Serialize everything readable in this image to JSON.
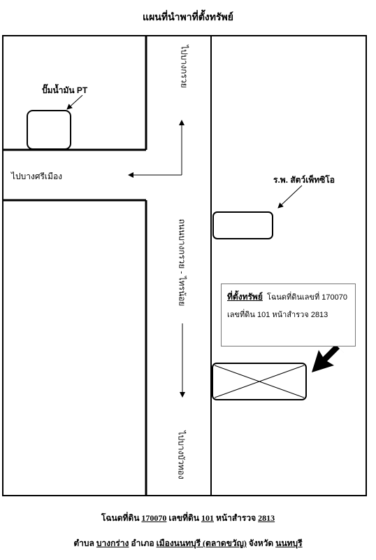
{
  "title": "แผนที่นำพาที่ตั้งทรัพย์",
  "roads": {
    "north_label": "ไปบางกรวย",
    "middle_label": "ถนนบางกรวย - ไทรน้อย",
    "south_label": "ไปบางบัวทอง",
    "west_label": "ไปบางศรีเมือง"
  },
  "landmarks": {
    "gas_station": "ปั๊มน้ำมัน PT",
    "vet_hospital": "ร.พ. สัตว์เพ็ทซิโอ"
  },
  "info_box": {
    "heading": "ที่ตั้งทรัพย์",
    "line1_rest": "โฉนดที่ดินเลขที่ 170070",
    "line2": "เลขที่ดิน 101 หน้าสำรวจ 2813"
  },
  "footer": {
    "deed_prefix": "โฉนดที่ดิน",
    "deed_no": "170070",
    "land_prefix": "เลขที่ดิน",
    "land_no": "101",
    "survey_prefix": "หน้าสำรวจ",
    "survey_no": "2813",
    "subdistrict_prefix": "ตำบล",
    "subdistrict": "บางกร่าง",
    "district_prefix": "อำเภอ",
    "district": "เมืองนนทบุรี (ตลาดขวัญ)",
    "province_prefix": "จังหวัด",
    "province": "นนทบุรี"
  }
}
